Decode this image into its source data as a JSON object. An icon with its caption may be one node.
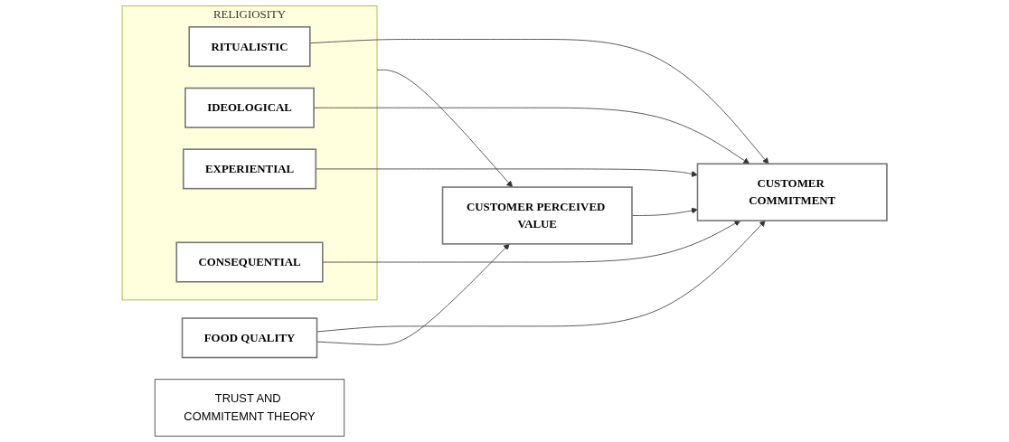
{
  "diagram": {
    "nodes": [
      {
        "text": [
          "RELIGIOSITY"
        ]
      },
      {
        "text": [
          "RITUALISTIC"
        ],
        "in": 0
      },
      {
        "text": [
          "IDEOLOGICAL"
        ],
        "in": 0
      },
      {
        "text": [
          "EXPERIENTIAL"
        ],
        "in": 0
      },
      {
        "text": [
          "CONSEQUENTIAL"
        ],
        "in": 0
      },
      {
        "text": [
          "FOOD QUALITY"
        ]
      },
      {
        "text": [
          "CUSTOMER COMMITMENT"
        ]
      },
      {
        "text": [
          "CUSTOMER PERCEIVED VALUE"
        ]
      },
      {
        "text": [
          "TRUST AND COMMITEMNT THEORY"
        ]
      }
    ],
    "edges": [
      {
        "from": 1,
        "to": 6,
        "arrow": "to"
      },
      {
        "from": 2,
        "to": 6,
        "arrow": "to"
      },
      {
        "from": 3,
        "to": 6,
        "arrow": "to"
      },
      {
        "from": 4,
        "to": 6,
        "arrow": "to"
      },
      {
        "from": 5,
        "to": 6,
        "arrow": "to"
      },
      {
        "from": 5,
        "to": 7,
        "arrow": "to"
      },
      {
        "from": 0,
        "to": 7,
        "arrow": "to"
      },
      {
        "from": 7,
        "to": 6,
        "arrow": "to"
      }
    ]
  }
}
